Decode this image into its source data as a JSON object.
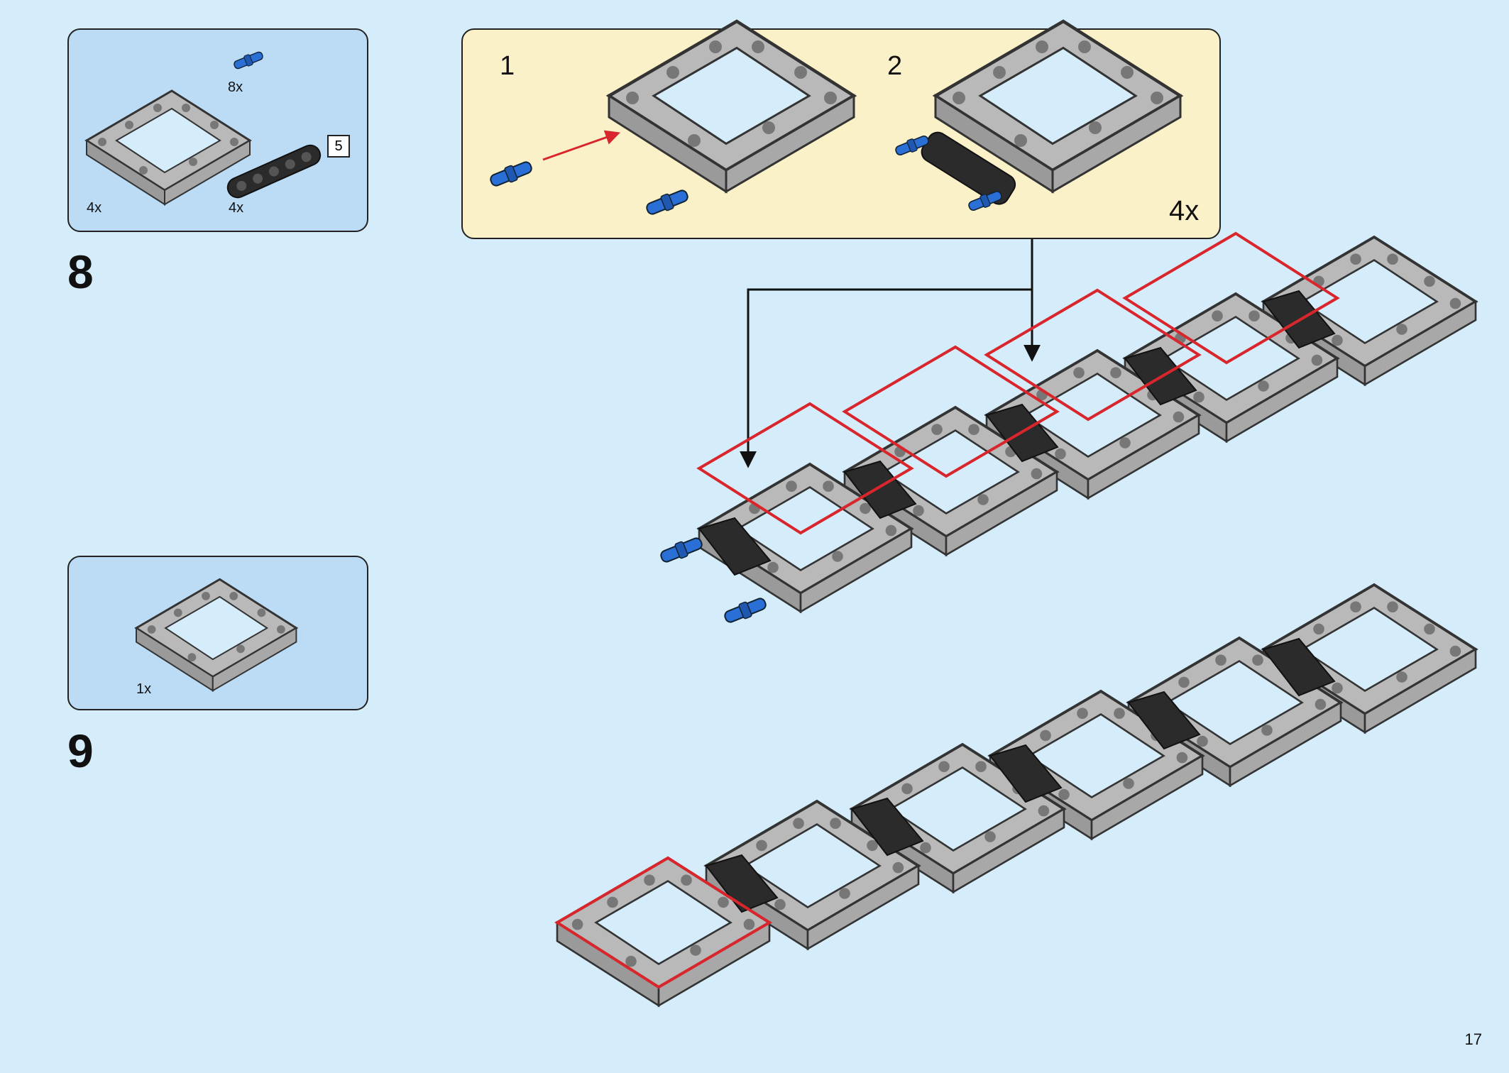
{
  "step8": {
    "number": "8",
    "parts": [
      {
        "name": "blue-pin",
        "qty": "8x",
        "color": "#2a6fd6"
      },
      {
        "name": "grey-frame",
        "qty": "4x",
        "color": "#c8c8c8"
      },
      {
        "name": "black-beam",
        "qty": "4x",
        "length": "5",
        "color": "#2b2b2b"
      }
    ],
    "substeps": [
      {
        "number": "1"
      },
      {
        "number": "2"
      }
    ],
    "multiplier": "4x"
  },
  "step9": {
    "number": "9",
    "parts": [
      {
        "name": "grey-frame",
        "qty": "1x",
        "color": "#c8c8c8"
      }
    ]
  },
  "page": {
    "number": "17"
  },
  "colors": {
    "background": "#d5ecfb",
    "parts_box": "#bcdcf6",
    "substep_box": "#fbf1c8",
    "highlight": "#d9262c",
    "frame": "#c8c8c8",
    "beam": "#2b2b2b",
    "pin": "#2a6fd6"
  }
}
